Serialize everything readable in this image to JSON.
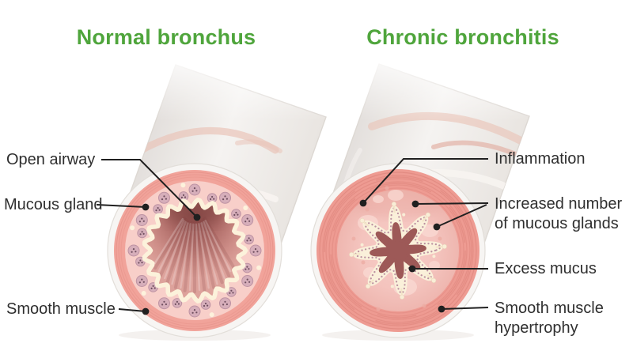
{
  "titles": {
    "normal": "Normal bronchus",
    "chronic": "Chronic bronchitis"
  },
  "labels": {
    "open_airway": "Open airway",
    "mucous_gland": "Mucous gland",
    "smooth_muscle": "Smooth muscle",
    "inflammation": "Inflammation",
    "increased_mucous_glands": "Increased number of mucous glands",
    "excess_mucus": "Excess mucus",
    "smooth_muscle_hypertrophy": "Smooth muscle hypertrophy"
  },
  "colors": {
    "accent_green": "#4FA53C",
    "label_text": "#2F2F2F",
    "leader_line": "#202020",
    "smooth_muscle_pink": "#F1A39A",
    "muscle_ring_stroke": "#DD837B",
    "submucosa_pink": "#F8CFC9",
    "inflamed_mucosa_pink": "#F4C4BE",
    "mucous_gland_mauve": "#D6AEBA",
    "epithelium_cream": "#FCF2DB",
    "mucus_cream": "#FAF0DA",
    "airway_dark_rose": "#8F4E4C",
    "lumen_dark_rose": "#9D5957",
    "tube_gray": "#F2F0EE",
    "cartilage_streak_pink": "#E9C4B9"
  }
}
